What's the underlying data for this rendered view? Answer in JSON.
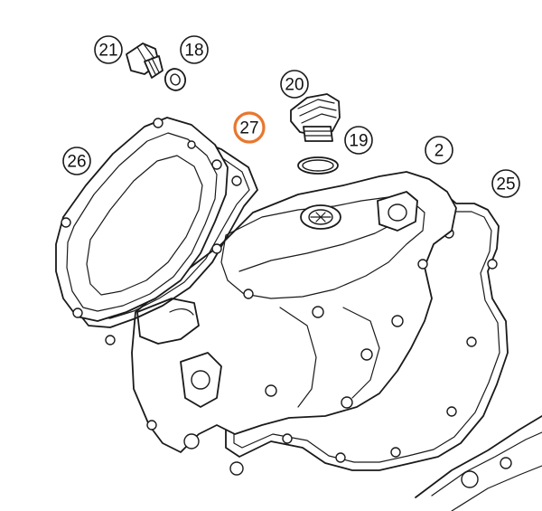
{
  "callouts": [
    {
      "id": "c21",
      "label": "21"
    },
    {
      "id": "c18",
      "label": "18"
    },
    {
      "id": "c20",
      "label": "20"
    },
    {
      "id": "c27",
      "label": "27",
      "highlighted": true
    },
    {
      "id": "c19",
      "label": "19"
    },
    {
      "id": "c26",
      "label": "26"
    },
    {
      "id": "c2",
      "label": "2"
    },
    {
      "id": "c25",
      "label": "25"
    }
  ],
  "colors": {
    "line": "#1a1a1a",
    "highlight_ring": "#e8772e",
    "background": "#ffffff"
  },
  "parts": {
    "p21": "drain-screw",
    "p18": "sealing-washer",
    "p20": "oil-filler-plug",
    "p19": "o-ring",
    "p26": "outer-clutch-cover",
    "p27": "outer-cover-gasket",
    "p2": "clutch-cover",
    "p25": "clutch-cover-gasket"
  }
}
